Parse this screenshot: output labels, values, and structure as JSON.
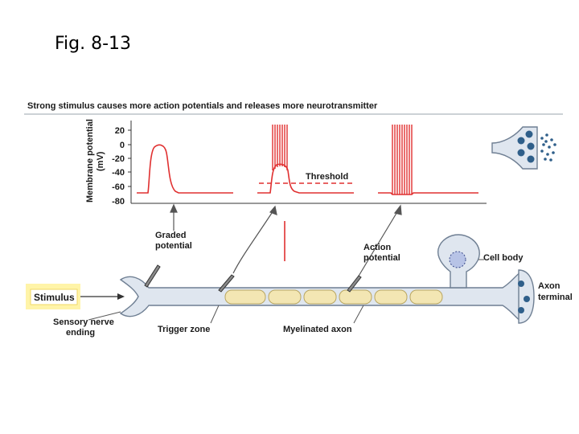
{
  "slide": {
    "title": "Fig. 8-13"
  },
  "figure": {
    "heading": "Strong stimulus causes more action potentials and releases more neurotransmitter",
    "yaxis": {
      "label_line1": "Membrane potential",
      "label_line2": "(mV)",
      "ticks": [
        "20",
        "0",
        "-20",
        "-40",
        "-60",
        "-80"
      ]
    },
    "threshold_label": "Threshold",
    "labels": {
      "graded_1": "Graded",
      "graded_2": "potential",
      "action_1": "Action",
      "action_2": "potential",
      "cell_body": "Cell body",
      "axon_1": "Axon",
      "axon_2": "terminal",
      "stimulus": "Stimulus",
      "sensory_1": "Sensory nerve",
      "sensory_2": "ending",
      "trigger": "Trigger zone",
      "myelin": "Myelinated axon"
    },
    "colors": {
      "trace": "#e03030",
      "neuron_fill": "#dfe6ef",
      "neuron_stroke": "#6f7f93",
      "myelin_fill": "#f3e6b3",
      "vesicle": "#2f5f8a",
      "stimulus_box": "#fff4a8"
    }
  }
}
